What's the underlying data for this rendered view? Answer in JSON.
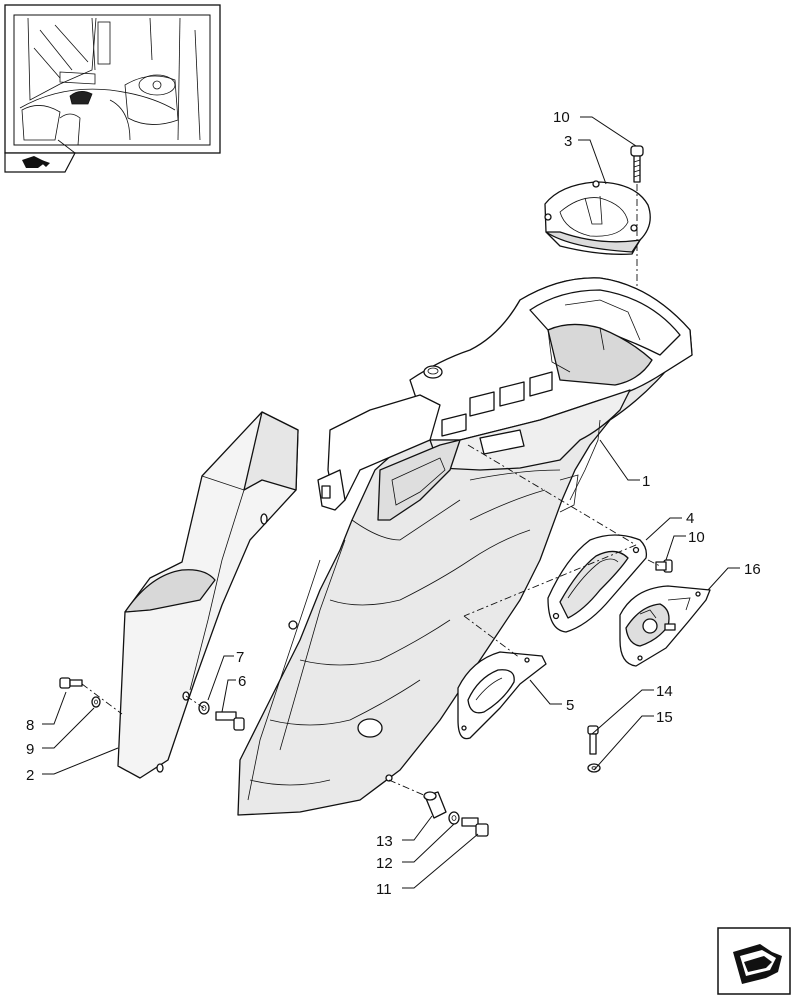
{
  "callouts": [
    {
      "id": "c10a",
      "text": "10"
    },
    {
      "id": "c3",
      "text": "3"
    },
    {
      "id": "c1",
      "text": "1"
    },
    {
      "id": "c4",
      "text": "4"
    },
    {
      "id": "c10b",
      "text": "10"
    },
    {
      "id": "c16",
      "text": "16"
    },
    {
      "id": "c7",
      "text": "7"
    },
    {
      "id": "c6",
      "text": "6"
    },
    {
      "id": "c8",
      "text": "8"
    },
    {
      "id": "c9",
      "text": "9"
    },
    {
      "id": "c2",
      "text": "2"
    },
    {
      "id": "c5",
      "text": "5"
    },
    {
      "id": "c14",
      "text": "14"
    },
    {
      "id": "c15",
      "text": "15"
    },
    {
      "id": "c13",
      "text": "13"
    },
    {
      "id": "c12",
      "text": "12"
    },
    {
      "id": "c11",
      "text": "11"
    }
  ],
  "icons": {
    "location_view": "cab-interior-location-icon",
    "navigation": "previous-page-arrow-icon"
  },
  "colors": {
    "line": "#111111",
    "fill": "#ffffff",
    "shade": "#e9e9e9"
  }
}
